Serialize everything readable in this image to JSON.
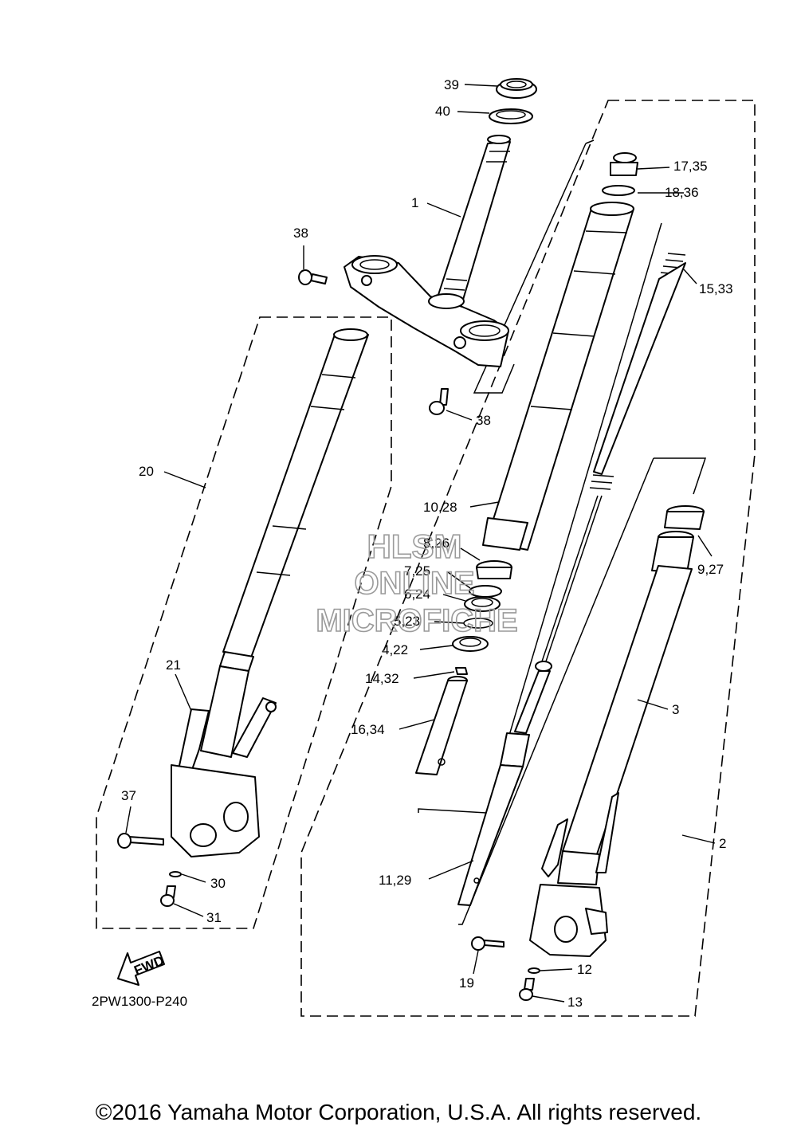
{
  "labels": {
    "p39": "39",
    "p40": "40",
    "p1": "1",
    "p38a": "38",
    "p38b": "38",
    "p17_35": "17,35",
    "p18_36": "18,36",
    "p15_33": "15,33",
    "p20": "20",
    "p10_28": "10,28",
    "p8_26": "8,26",
    "p7_25": "7,25",
    "p6_24": "6,24",
    "p5_23": "5,23",
    "p4_22": "4,22",
    "p14_32": "14,32",
    "p16_34": "16,34",
    "p9_27": "9,27",
    "p3": "3",
    "p2": "2",
    "p21": "21",
    "p37": "37",
    "p30": "30",
    "p31": "31",
    "p11_29": "11,29",
    "p19": "19",
    "p12": "12",
    "p13": "13"
  },
  "fwd_label": "FWD",
  "diagram_code": "2PW1300-P240",
  "watermark": {
    "line1": "HLSM",
    "line2": "ONLINE",
    "line3": "MICROFICHE"
  },
  "copyright": "©2016 Yamaha Motor Corporation, U.S.A. All rights reserved."
}
